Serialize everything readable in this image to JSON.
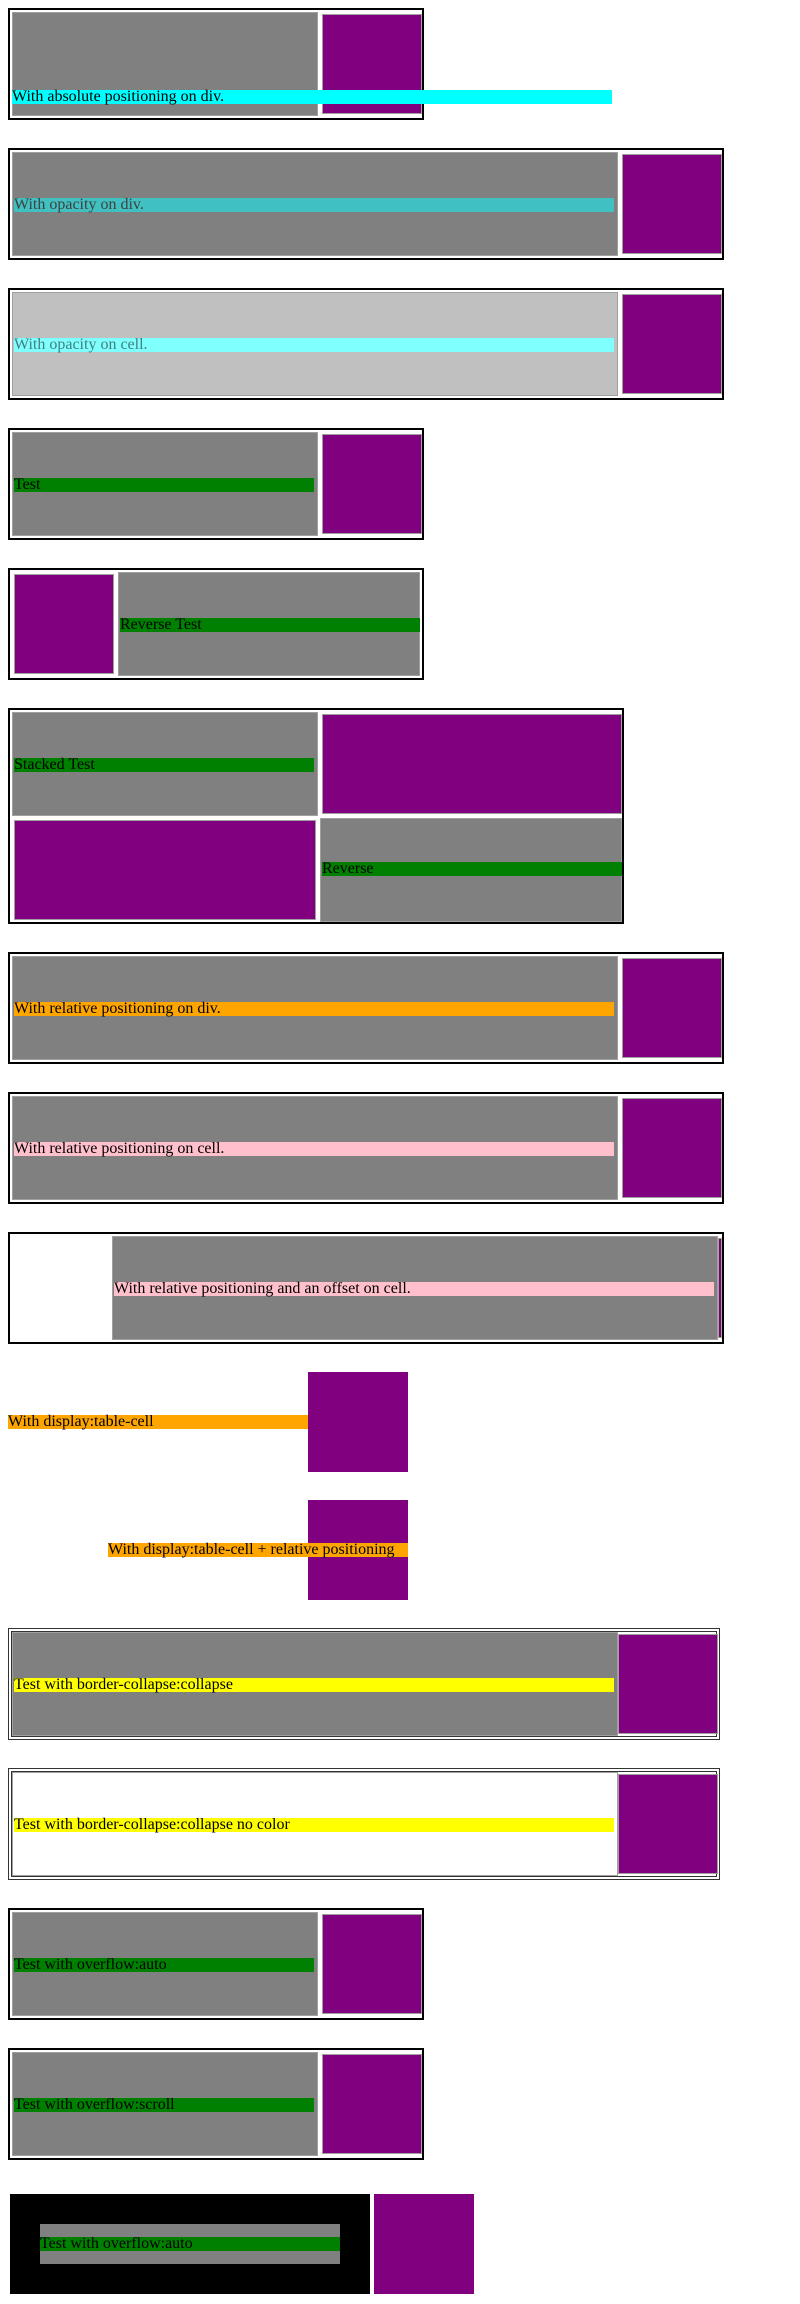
{
  "colors": {
    "gray": "#808080",
    "purple": "#800080",
    "cyan": "#00ffff",
    "teal": "#40c0c0",
    "green": "#008000",
    "orange": "#ffa500",
    "pink": "#ffc0cb",
    "yellow": "#ffff00",
    "black": "#000000"
  },
  "tests": {
    "t1": "With absolute positioning on div.",
    "t2": "With opacity on div.",
    "t3": "With opacity on cell.",
    "t4": "Test",
    "t5": "Reverse Test",
    "t6a": "Stacked Test",
    "t6b": "Reverse",
    "t7": "With relative positioning on div.",
    "t8": "With relative positioning on cell.",
    "t9": "With relative positioning and an offset on cell.",
    "t10": "With display:table-cell",
    "t11": "With display:table-cell + relative positioning",
    "t12": "Test with border-collapse:collapse",
    "t13": "Test with border-collapse:collapse no color",
    "t14": "Test with overflow:auto",
    "t15": "Test with overflow:scroll",
    "t16": "Test with overflow:auto"
  }
}
